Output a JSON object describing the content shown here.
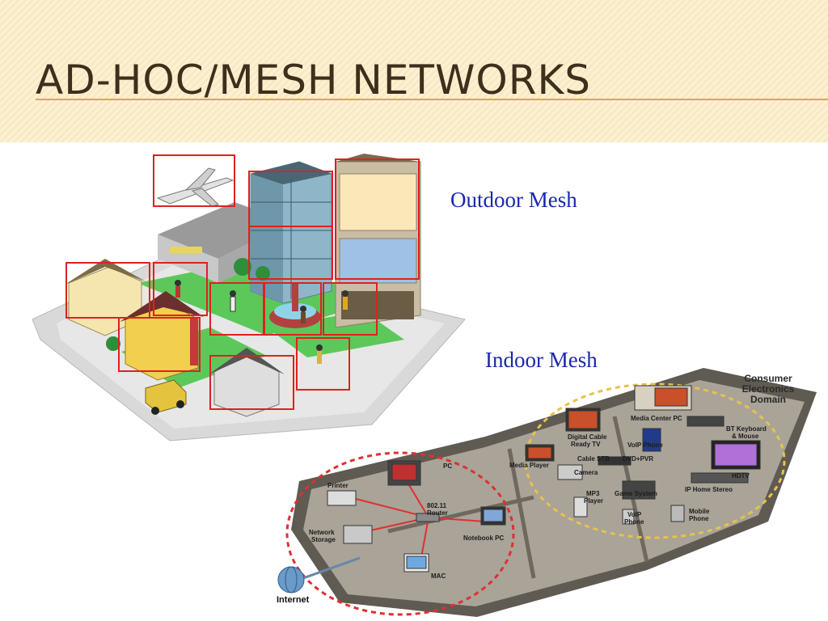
{
  "slide": {
    "title": "AD-HOC/MESH NETWORKS",
    "labels": {
      "outdoor": "Outdoor Mesh",
      "indoor": "Indoor Mesh"
    }
  },
  "indoor_diagram": {
    "domain_title": [
      "Consumer",
      "Electronics",
      "Domain"
    ],
    "internet": "Internet",
    "devices": {
      "pc": "PC",
      "printer": "Printer",
      "router": [
        "802.11",
        "Router"
      ],
      "network_storage": [
        "Network",
        "Storage"
      ],
      "notebook_pc": "Notebook PC",
      "mac": "MAC",
      "media_center_pc": "Media Center PC",
      "bt_keyboard": [
        "BT Keyboard",
        "& Mouse"
      ],
      "digital_cable": [
        "Digital Cable",
        "Ready TV"
      ],
      "voip_phone": "VoIP Phone",
      "cable_stb": "Cable STB",
      "dvd_pvr": "DVD+PVR",
      "media_player": "Media Player",
      "camera": "Camera",
      "hdtv": "HDTV",
      "ip_home_stereo": "IP Home Stereo",
      "mp3_player": [
        "MP3",
        "Player"
      ],
      "game_system": "Game System",
      "voip_phone_2": [
        "VoIP",
        "Phone"
      ],
      "mobile_phone": [
        "Mobile",
        "Phone"
      ]
    }
  },
  "colors": {
    "title": "#3d2f1c",
    "label": "#1a28b0",
    "highlight_box": "#e02020",
    "mesh_ring": "#e8c24a",
    "router_ring": "#e03030"
  }
}
